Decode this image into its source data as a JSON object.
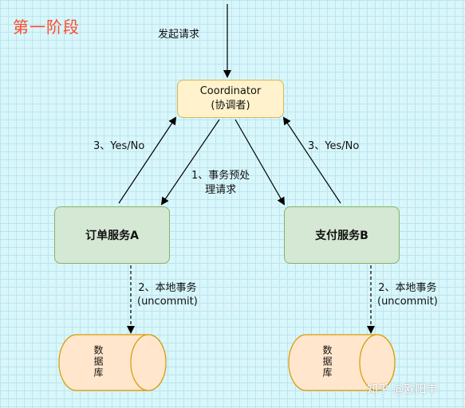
{
  "stage_title": "第一阶段",
  "initiate_label": "发起请求",
  "coordinator": {
    "line1": "Coordinator",
    "line2": "(协调者)"
  },
  "prepare_label": {
    "line1": "1、事务预处",
    "line2": "理请求"
  },
  "vote_label_left": "3、Yes/No",
  "vote_label_right": "3、Yes/No",
  "service_a": "订单服务A",
  "service_b": "支付服务B",
  "local_tx_left": {
    "line1": "2、本地事务",
    "line2": "(uncommit)"
  },
  "local_tx_right": {
    "line1": "2、本地事务",
    "line2": "(uncommit)"
  },
  "db_left": "数据库",
  "db_right": "数据库",
  "watermark": "知乎 @欧阳丰",
  "colors": {
    "coordinator_fill": "#fff2cc",
    "coordinator_border": "#d6b656",
    "service_fill": "#d5e8d4",
    "service_border": "#82b366",
    "db_fill": "#ffe6cc",
    "db_border": "#d79b00",
    "title": "#ff4b2b"
  }
}
